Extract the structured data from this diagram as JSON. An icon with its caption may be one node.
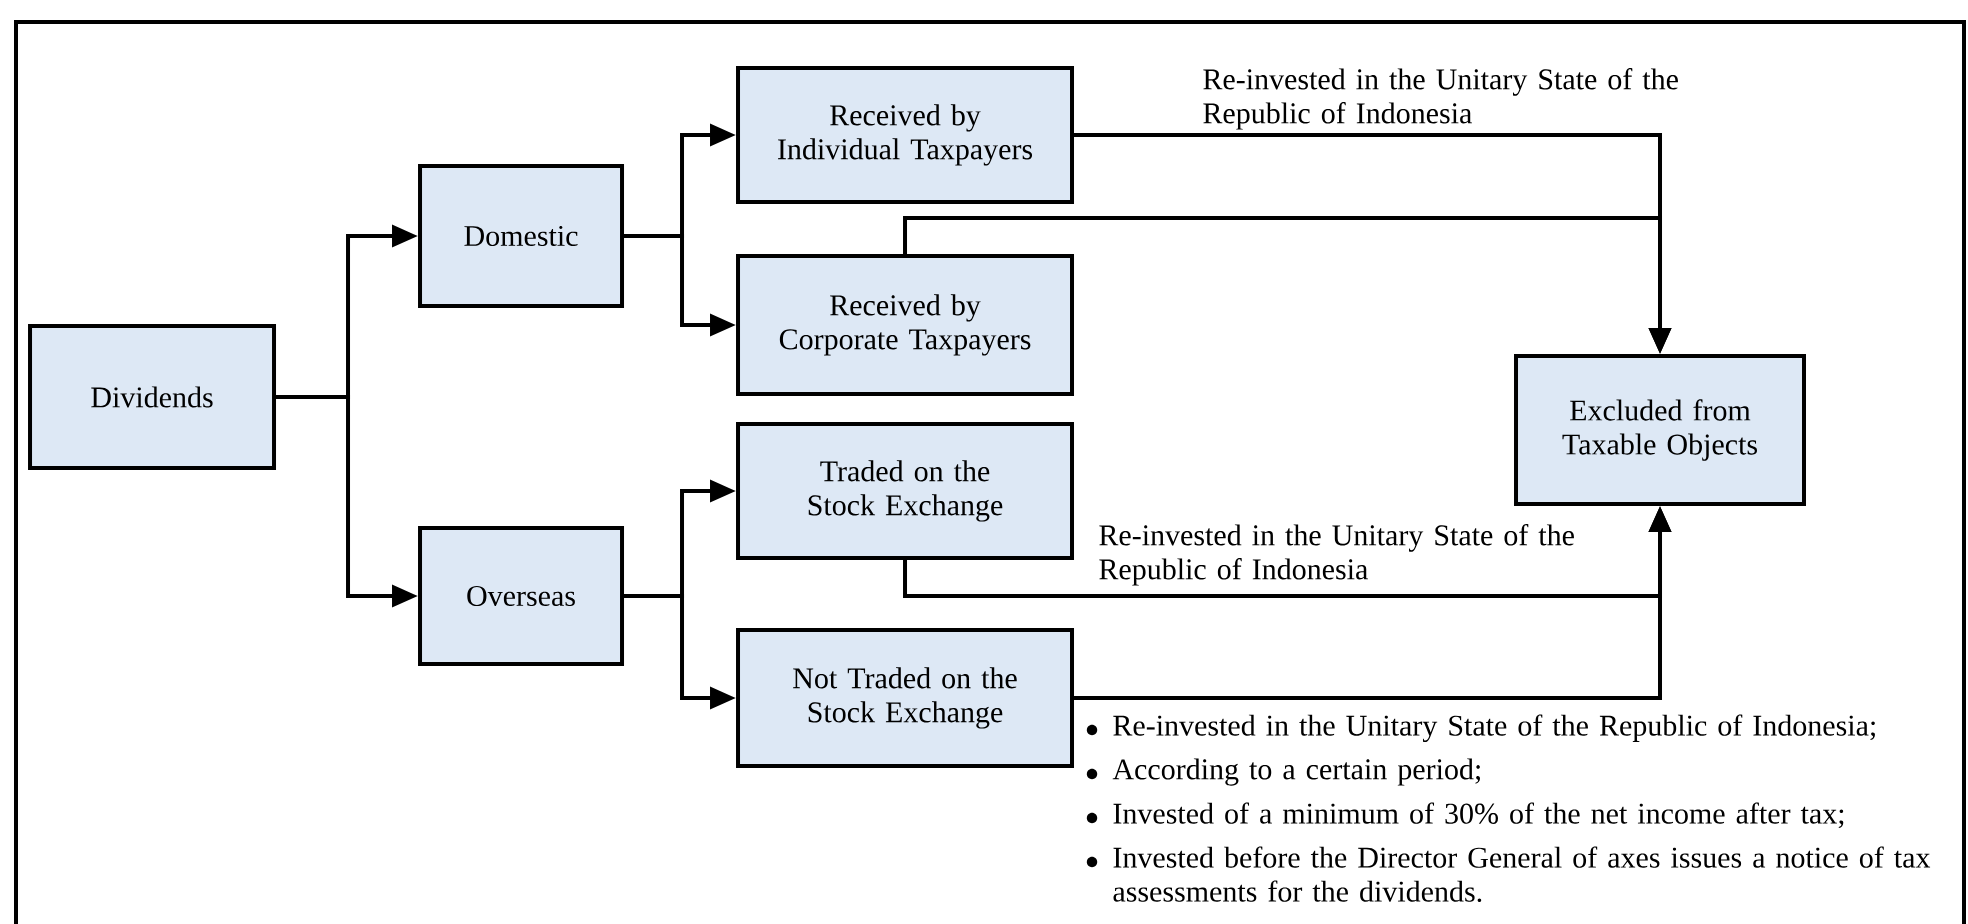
{
  "diagram": {
    "nodes": [
      {
        "text": [
          "Dividends"
        ]
      },
      {
        "text": [
          "Domestic"
        ]
      },
      {
        "text": [
          "Received by Individual Taxpayers"
        ]
      },
      {
        "text": [
          "Received by Corporate Taxpayers"
        ]
      },
      {
        "text": [
          "Overseas"
        ]
      },
      {
        "text": [
          "Traded on the Stock Exchange"
        ]
      },
      {
        "text": [
          "Not Traded on the Stock Exchange"
        ]
      },
      {
        "text": [
          "Excluded from Taxable Objects"
        ]
      }
    ],
    "edges": [
      {
        "from": 0,
        "to": 1,
        "arrow": "to"
      },
      {
        "from": 0,
        "to": 4,
        "arrow": "to"
      },
      {
        "from": 1,
        "to": 2,
        "arrow": "to"
      },
      {
        "from": 1,
        "to": 3,
        "arrow": "to"
      },
      {
        "from": 4,
        "to": 5,
        "arrow": "to"
      },
      {
        "from": 4,
        "to": 6,
        "arrow": "to"
      },
      {
        "from": 2,
        "to": 7,
        "arrow": "to",
        "label": "Re-invested in the Unitary State of the Republic of Indonesia"
      },
      {
        "from": 3,
        "to": 7,
        "arrow": "to"
      },
      {
        "from": 5,
        "to": 7,
        "arrow": "to",
        "label": "Re-invested in the Unitary State of the Republic of Indonesia"
      },
      {
        "from": 6,
        "to": 7,
        "arrow": "to"
      }
    ],
    "labels": [
      "Re-invested in the Unitary State of the Republic of Indonesia;",
      "According to a certain period;",
      "Invested of a minimum of 30% of the net income after tax;",
      "Invested before the Director General of axes issues a notice of tax assessments for the dividends."
    ]
  }
}
